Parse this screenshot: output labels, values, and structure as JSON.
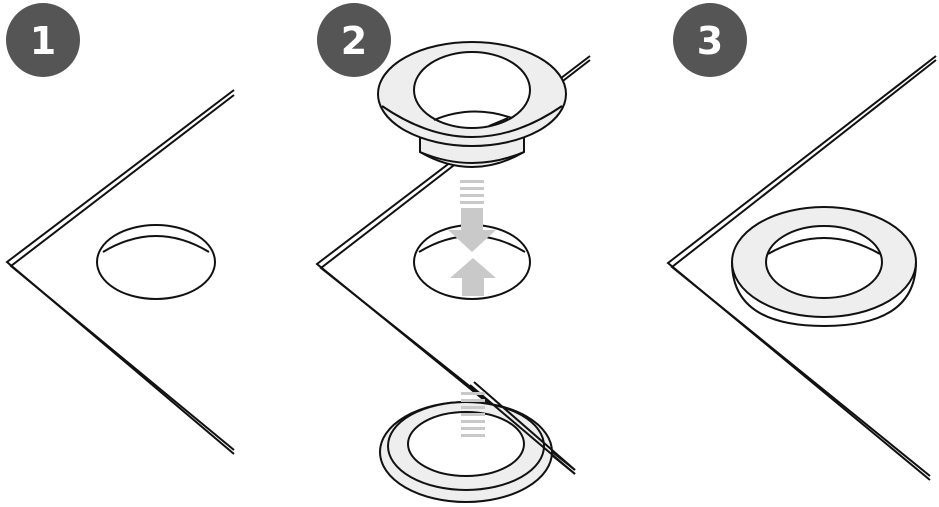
{
  "steps": [
    {
      "number": "1"
    },
    {
      "number": "2"
    },
    {
      "number": "3"
    }
  ],
  "colors": {
    "badge": "#555555",
    "ring_fill": "#eeeeee",
    "arrow": "#c9c9c9",
    "line": "#111111"
  }
}
